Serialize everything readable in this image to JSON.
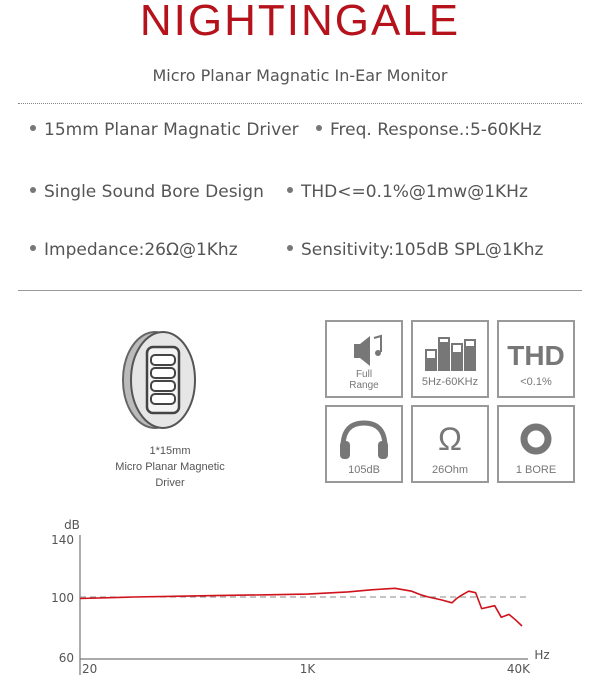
{
  "header": {
    "brand": "NIGHTINGALE",
    "subtitle": "Micro Planar Magnatic In-Ear Monitor"
  },
  "specs": [
    "15mm Planar Magnatic Driver",
    "Freq. Response.:5-60KHz",
    "Single Sound Bore Design",
    "THD<=0.1%@1mw@1KHz",
    "Impedance:26Ω@1Khz",
    "Sensitivity:105dB SPL@1Khz"
  ],
  "driver": {
    "caption_line1": "1*15mm",
    "caption_line2": "Micro Planar Magnetic",
    "caption_line3": "Driver"
  },
  "tiles": [
    {
      "icon": "speaker-note-icon",
      "label_line1": "Full",
      "label_line2": "Range"
    },
    {
      "icon": "equalizer-bars-icon",
      "label": "5Hz-60KHz"
    },
    {
      "icon": "thd-text",
      "title": "THD",
      "label": "<0.1%"
    },
    {
      "icon": "headphones-icon",
      "label": "105dB"
    },
    {
      "icon": "omega-icon",
      "title": "Ω",
      "label": "26Ohm"
    },
    {
      "icon": "bore-ring-icon",
      "label": "1 BORE"
    }
  ],
  "colors": {
    "brand": "#b5121b",
    "curve": "#d0121b",
    "tile_border": "#999999"
  },
  "chart_data": {
    "type": "line",
    "ylabel": "dB",
    "xlabel": "Hz",
    "yticks": [
      "140",
      "100",
      "60"
    ],
    "xticks": [
      "20",
      "1K",
      "40K"
    ],
    "ylim": [
      60,
      140
    ],
    "xlim": [
      20,
      40000
    ],
    "x_scale": "log",
    "reference_line": 100,
    "series": [
      {
        "x": [
          20,
          50,
          100,
          200,
          500,
          1000,
          2000,
          3000,
          4500,
          6000,
          7000,
          8000,
          10000,
          12000,
          13000,
          14000,
          16000,
          18000,
          20000,
          25000,
          28000,
          32000,
          36000,
          40000
        ],
        "y": [
          99,
          100,
          100.5,
          101,
          101.5,
          102,
          103.5,
          105,
          106,
          104,
          101.5,
          100,
          98,
          96,
          99,
          101,
          104,
          103,
          92,
          94,
          86,
          88,
          84,
          80
        ]
      }
    ]
  }
}
